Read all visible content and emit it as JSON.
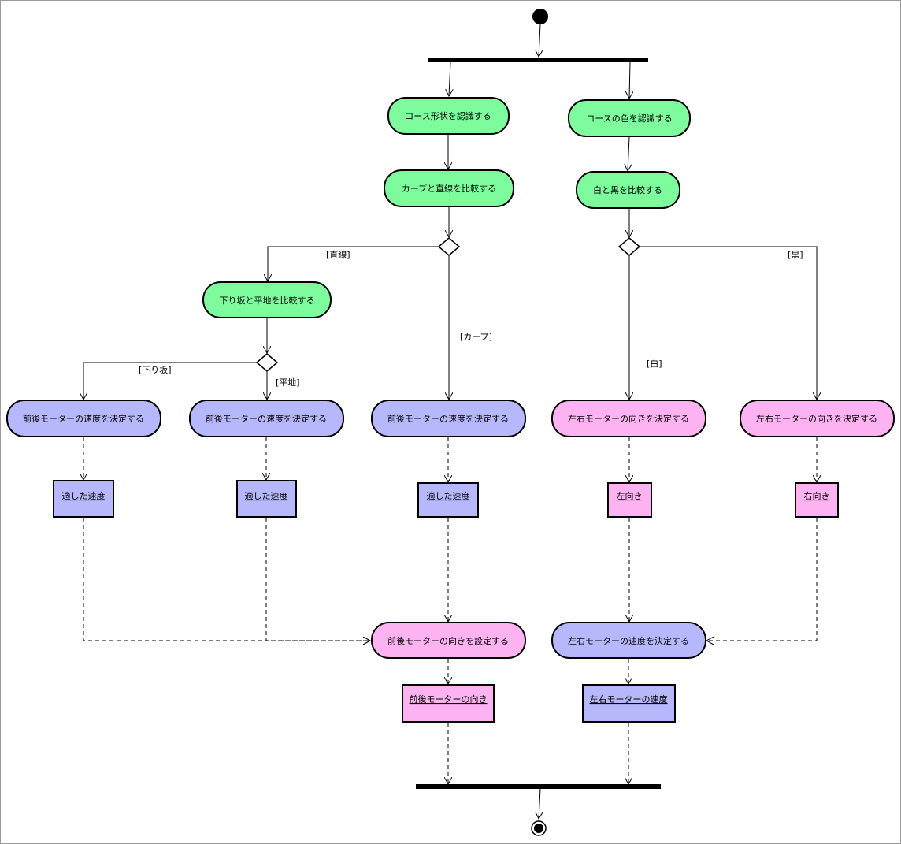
{
  "colors": {
    "green": "#7dfb9d",
    "blue": "#b7b8fb",
    "pink": "#fdb3f1",
    "line": "#000000"
  },
  "actions": {
    "recognize_shape": "コース形状を認識する",
    "recognize_color": "コースの色を認識する",
    "compare_curve_straight": "カーブと直線を比較する",
    "compare_white_black": "白と黒を比較する",
    "compare_downhill_flat": "下り坂と平地を比較する",
    "decide_fb_speed_1": "前後モーターの速度を決定する",
    "decide_fb_speed_2": "前後モーターの速度を決定する",
    "decide_fb_speed_3": "前後モーターの速度を決定する",
    "decide_lr_dir_1": "左右モーターの向きを決定する",
    "decide_lr_dir_2": "左右モーターの向きを決定する",
    "set_fb_dir": "前後モーターの向きを設定する",
    "decide_lr_speed": "左右モーターの速度を決定する"
  },
  "objects": {
    "speed_1": "適した速度",
    "speed_2": "適した速度",
    "speed_3": "適した速度",
    "left_dir": "左向き",
    "right_dir": "右向き",
    "fb_dir": "前後モーターの向き",
    "lr_speed": "左右モーターの速度"
  },
  "guards": {
    "straight": "[直線]",
    "curve": "[カーブ]",
    "downhill": "[下り坂]",
    "flat": "[平地]",
    "white": "[白]",
    "black": "[黒]"
  }
}
